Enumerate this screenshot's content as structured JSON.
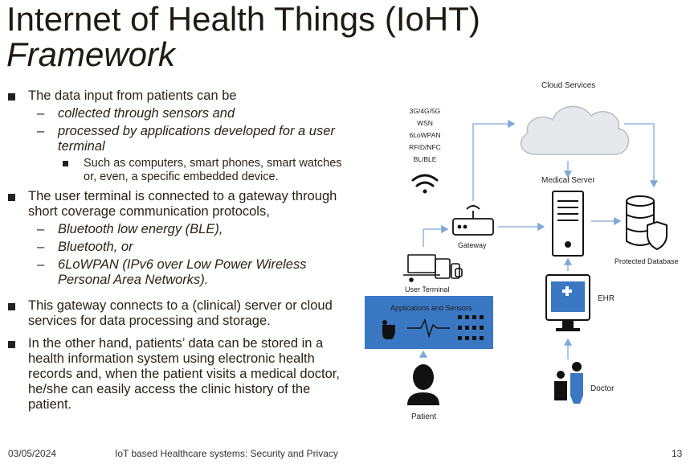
{
  "slide": {
    "title_line1": "Internet of Health Things (IoHT)",
    "title_line2": "Framework"
  },
  "content": {
    "p1": "The data input from patients can be",
    "p1_a": "collected through sensors and",
    "p1_b": "processed by applications developed for a user terminal",
    "p1_b_i": "Such as computers, smart phones, smart watches or, even, a specific embedded device.",
    "p2": "The user terminal is connected to a gateway through short coverage communication protocols,",
    "p2_a": "Bluetooth low energy (BLE),",
    "p2_b": "Bluetooth, or",
    "p2_c": "6LoWPAN (IPv6 over Low Power Wireless Personal Area Networks).",
    "p3": "This gateway connects to a (clinical) server or cloud services for data processing and storage.",
    "p4": "In the other hand, patients’ data can be stored in a health information system using electronic health records and, when the patient visits a medical doctor, he/she can easily access the clinic history of the patient."
  },
  "diagram": {
    "cloud_label": "Cloud Services",
    "protocols": [
      "3G/4G/5G",
      "WSN",
      "6LoWPAN",
      "RFID/NFC",
      "BL/BLE"
    ],
    "medical_server": "Medical Server",
    "gateway": "Gateway",
    "protected_db": "Protected Database",
    "user_terminal": "User Terminal",
    "apps_sensors": "Applications and Sensors",
    "ehr": "EHR",
    "doctor": "Doctor",
    "patient": "Patient",
    "colors": {
      "arrow": "#7fa9d6",
      "panel": "#3a78c4",
      "icon": "#111111"
    }
  },
  "footer": {
    "date": "03/05/2024",
    "course": "IoT based Healthcare systems: Security and Privacy",
    "page": "13"
  }
}
